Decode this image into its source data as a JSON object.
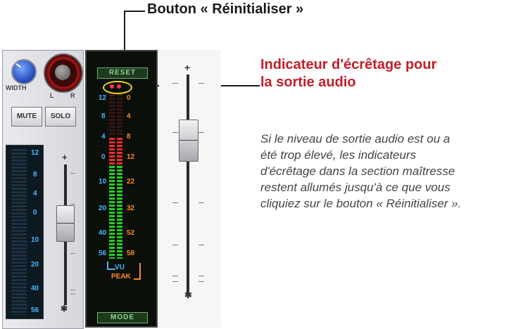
{
  "callouts": {
    "reset": "Bouton « Réinitialiser »",
    "clip_line1": "Indicateur d'écrêtage pour",
    "clip_line2": "la sortie audio",
    "description": [
      "Si le niveau de sortie audio est ou a",
      "été trop élevé, les indicateurs",
      "d'écrêtage dans la section maîtresse",
      "restent allumés jusqu'à ce que vous",
      "cliquiez sur le bouton « Réinitialiser »."
    ]
  },
  "channel": {
    "width_label": "WIDTH",
    "pan_left": "L",
    "pan_right": "R",
    "mute_label": "MUTE",
    "solo_label": "SOLO",
    "meter_ticks": [
      "12",
      "8",
      "4",
      "0",
      "10",
      "20",
      "40",
      "56"
    ]
  },
  "master": {
    "reset_label": "RESET",
    "mode_label": "MODE",
    "vu_ticks": [
      "12",
      "8",
      "4",
      "0",
      "10",
      "20",
      "40",
      "56"
    ],
    "peak_ticks": [
      "0",
      "4",
      "8",
      "12",
      "22",
      "32",
      "52",
      "58"
    ],
    "vu_label": "VU",
    "peak_label": "PEAK"
  },
  "colors": {
    "callout_red": "#c21e2a",
    "meter_green": "#22d022",
    "meter_red": "#ff2a2a",
    "meter_orange": "#ff8a24",
    "meter_blue": "#4cb6ff",
    "clip_highlight": "#f2d21a"
  }
}
